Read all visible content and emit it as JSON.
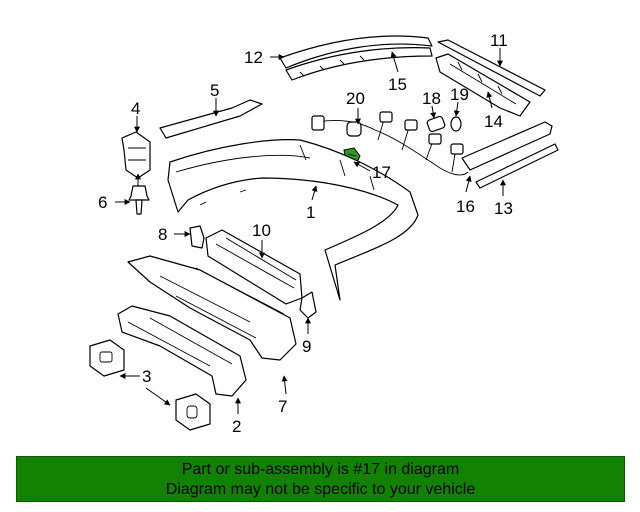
{
  "callouts": {
    "c1": "1",
    "c2": "2",
    "c3": "3",
    "c4": "4",
    "c5": "5",
    "c6": "6",
    "c7": "7",
    "c8": "8",
    "c9": "9",
    "c10": "10",
    "c11": "11",
    "c12": "12",
    "c13": "13",
    "c14": "14",
    "c15": "15",
    "c16": "16",
    "c17": "17",
    "c18": "18",
    "c19": "19",
    "c20": "20"
  },
  "highlight_part": "17",
  "colors": {
    "banner": "#118200",
    "highlight": "#2e9a1e"
  },
  "banner": {
    "line1": "Part or sub-assembly is #17 in diagram",
    "line2": "Diagram may not be specific to your vehicle"
  }
}
